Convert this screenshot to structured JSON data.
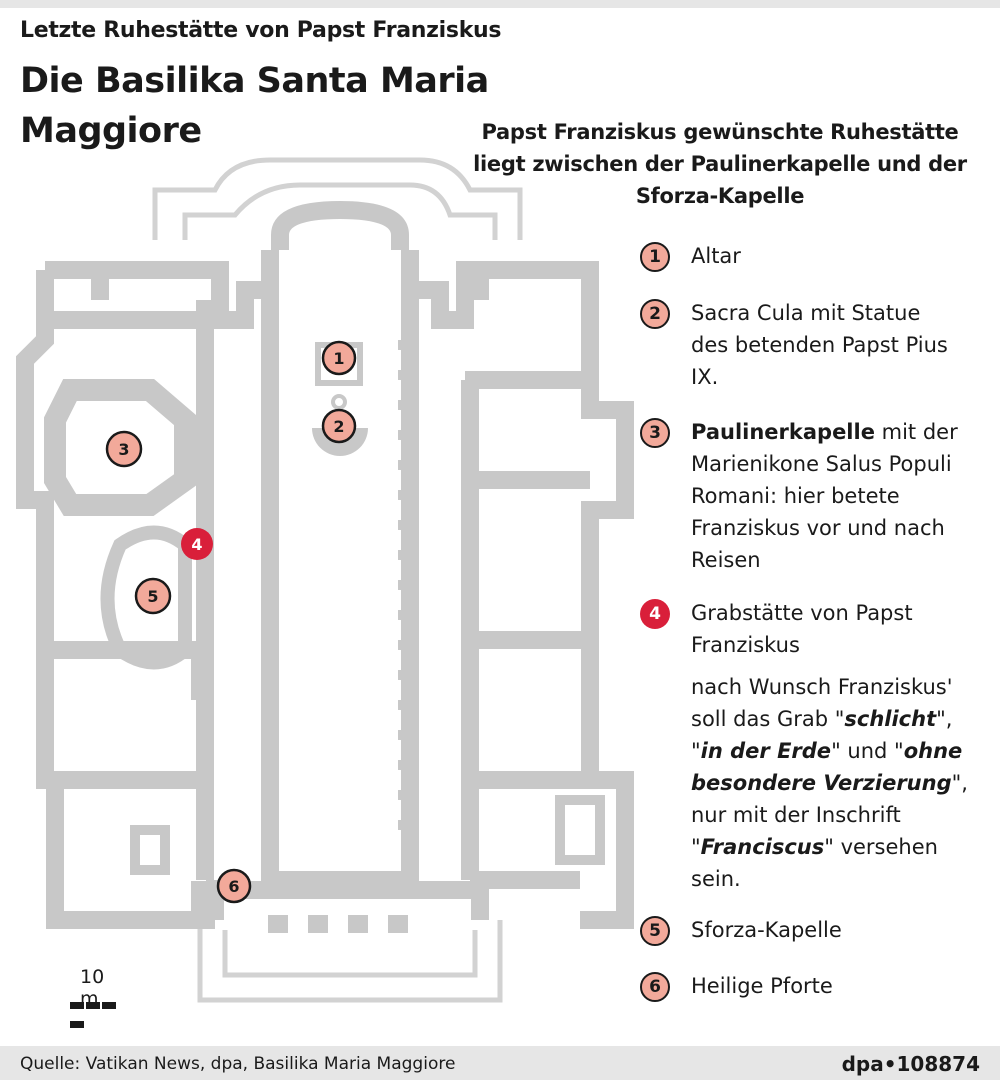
{
  "header": {
    "kicker": "Letzte Ruhestätte von Papst Franziskus",
    "title": "Die Basilika Santa Maria Maggiore"
  },
  "intro": "Papst Franziskus gewünschte Ruhestätte liegt zwischen der Paulinerkapelle und der Sforza-Kapelle",
  "legend": [
    {
      "number": "1",
      "label": "Altar"
    },
    {
      "number": "2",
      "label": "Sacra Cula mit Statue des betenden Papst Pius IX."
    },
    {
      "number": "3",
      "label_bold": "Paulinerkapelle",
      "label_rest": " mit der Marienikone Salus Populi Romani: hier betete Franziskus vor und nach Reisen"
    },
    {
      "number": "4",
      "label_bold": "Grabstätte von Papst Franziskus",
      "highlight": true,
      "description": {
        "p1": "nach Wunsch Franziskus' soll das Grab \"",
        "e1": "schlicht",
        "p2": "\", \"",
        "e2": "in der Erde",
        "p3": "\" und \"",
        "e3": "ohne besondere Verzierung",
        "p4": "\", nur mit der Inschrift \"",
        "e4": "Franciscus",
        "p5": "\" versehen sein."
      }
    },
    {
      "number": "5",
      "label_bold": "Sforza-Kapelle"
    },
    {
      "number": "6",
      "label": "Heilige Pforte"
    }
  ],
  "plan_markers": [
    "1",
    "2",
    "3",
    "4",
    "5",
    "6"
  ],
  "scale": {
    "label": "10 m"
  },
  "footer": {
    "source": "Quelle: Vatikan News, dpa, Basilika Maria Maggiore",
    "credit": "dpa•108874"
  },
  "colors": {
    "marker_fill": "#f2a99a",
    "highlight": "#d91f3a",
    "wall": "#c8c8c8",
    "footer_bg": "#e6e6e6"
  }
}
